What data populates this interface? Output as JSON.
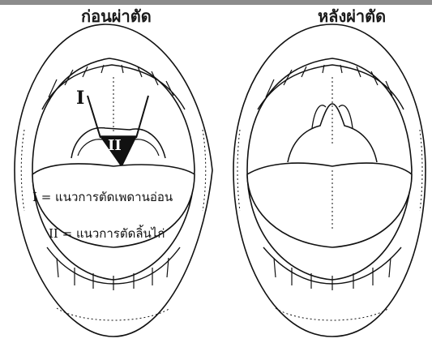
{
  "titles": {
    "before": "ก่อนผ่าตัด",
    "after": "หลังผ่าตัด"
  },
  "markers": {
    "line_one": "I",
    "line_two": "II"
  },
  "legend": {
    "item_one": "I = แนวการตัดเพดานอ่อน",
    "item_two": "II = แนวการตัดลิ้นไก่"
  }
}
